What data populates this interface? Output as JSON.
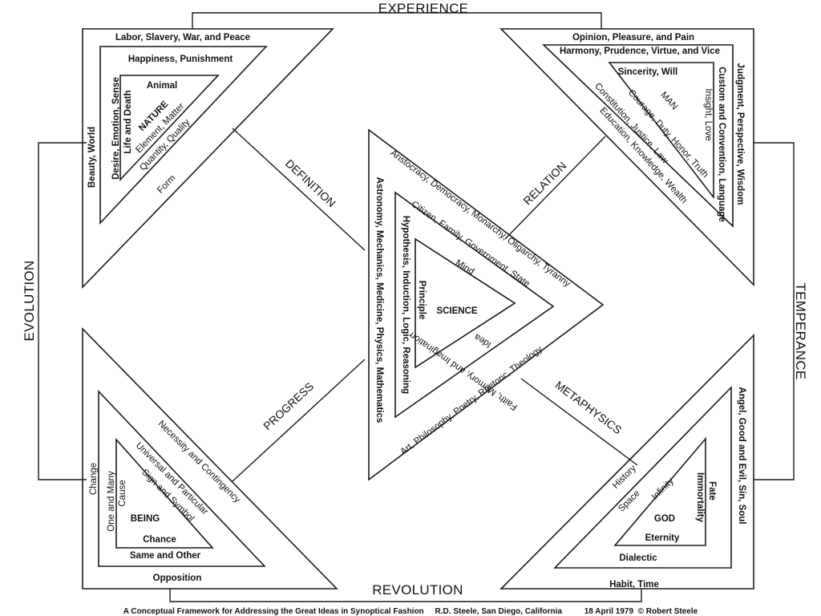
{
  "labels": {
    "experience": "EXPERIENCE",
    "evolution": "EVOLUTION",
    "temperance": "TEMPERANCE",
    "revolution": "REVOLUTION",
    "definition": "DEFINITION",
    "relation": "RELATION",
    "progress": "PROGRESS",
    "metaphysics": "METAPHYSICS"
  },
  "top_left": {
    "outer_top": "Labor, Slavery, War, and Peace",
    "outer_left": "Beauty, World",
    "mid_top": "Happiness, Punishment",
    "mid_left": "Desire, Emotion, Sense",
    "inner_top": "Animal",
    "inner_left": "Life and Death",
    "center": "NATURE",
    "hyp_1": "Element, Matter",
    "hyp_2": "Quantity, Quality",
    "hyp_3": "Form"
  },
  "top_right": {
    "outer_top": "Opinion, Pleasure, and Pain",
    "mid_top": "Harmony, Prudence, Virtue, and Vice",
    "outer_right": "Judgment, Perspective, Wisdom",
    "mid_right": "Custom and Convention, Language",
    "inner_right": "Insight, Love",
    "inner_top": "Sincerity, Will",
    "center": "MAN",
    "hyp_1": "Courage, Duty, Honor, Truth",
    "hyp_2": "Constitution, Justice, Law",
    "hyp_3": "Education, Knowledge, Wealth"
  },
  "bottom_left": {
    "hyp_outer": "Necessity and Contingency",
    "hyp_mid": "Universal and Particular",
    "hyp_inner": "Sign and Symbol",
    "left_outer": "Change",
    "left_mid": "One and Many",
    "left_inner": "Cause",
    "center": "BEING",
    "inner_bottom": "Chance",
    "mid_bottom": "Same and Other",
    "outer_bottom": "Opposition"
  },
  "bottom_right": {
    "hyp_outer": "History",
    "hyp_mid": "Space",
    "hyp_inner": "Infinity",
    "outer_right": "Angel, Good and Evil, Sin, Soul",
    "inner_right_1": "Fate",
    "inner_right_2": "Immortality",
    "center": "GOD",
    "inner_bottom": "Eternity",
    "mid_bottom": "Dialectic",
    "outer_bottom": "Habit, Time"
  },
  "center": {
    "outer_upper": "Aristocracy, Democracy, Monarchy, Oligarchy, Tyranny",
    "outer_lower": "Art, Philosophy, Poetry, Rhetoric, Theology",
    "outer_left": "Astronomy, Mechanics, Medicine, Physics, Mathematics",
    "mid_upper": "Citizen, Family, Government, State",
    "mid_left": "Hypothesis, Induction, Logic, Reasoning",
    "mid_lower": "Faith, Memory, and Imagination",
    "inner_upper": "Mind",
    "inner_left": "Principle",
    "inner_lower": "Idea",
    "core": "SCIENCE"
  },
  "footer": {
    "caption": "A Conceptual Framework for Addressing the Great Ideas in Synoptical Fashion     R.D. Steele, San Diego, California          18 April 1979  © Robert Steele"
  }
}
